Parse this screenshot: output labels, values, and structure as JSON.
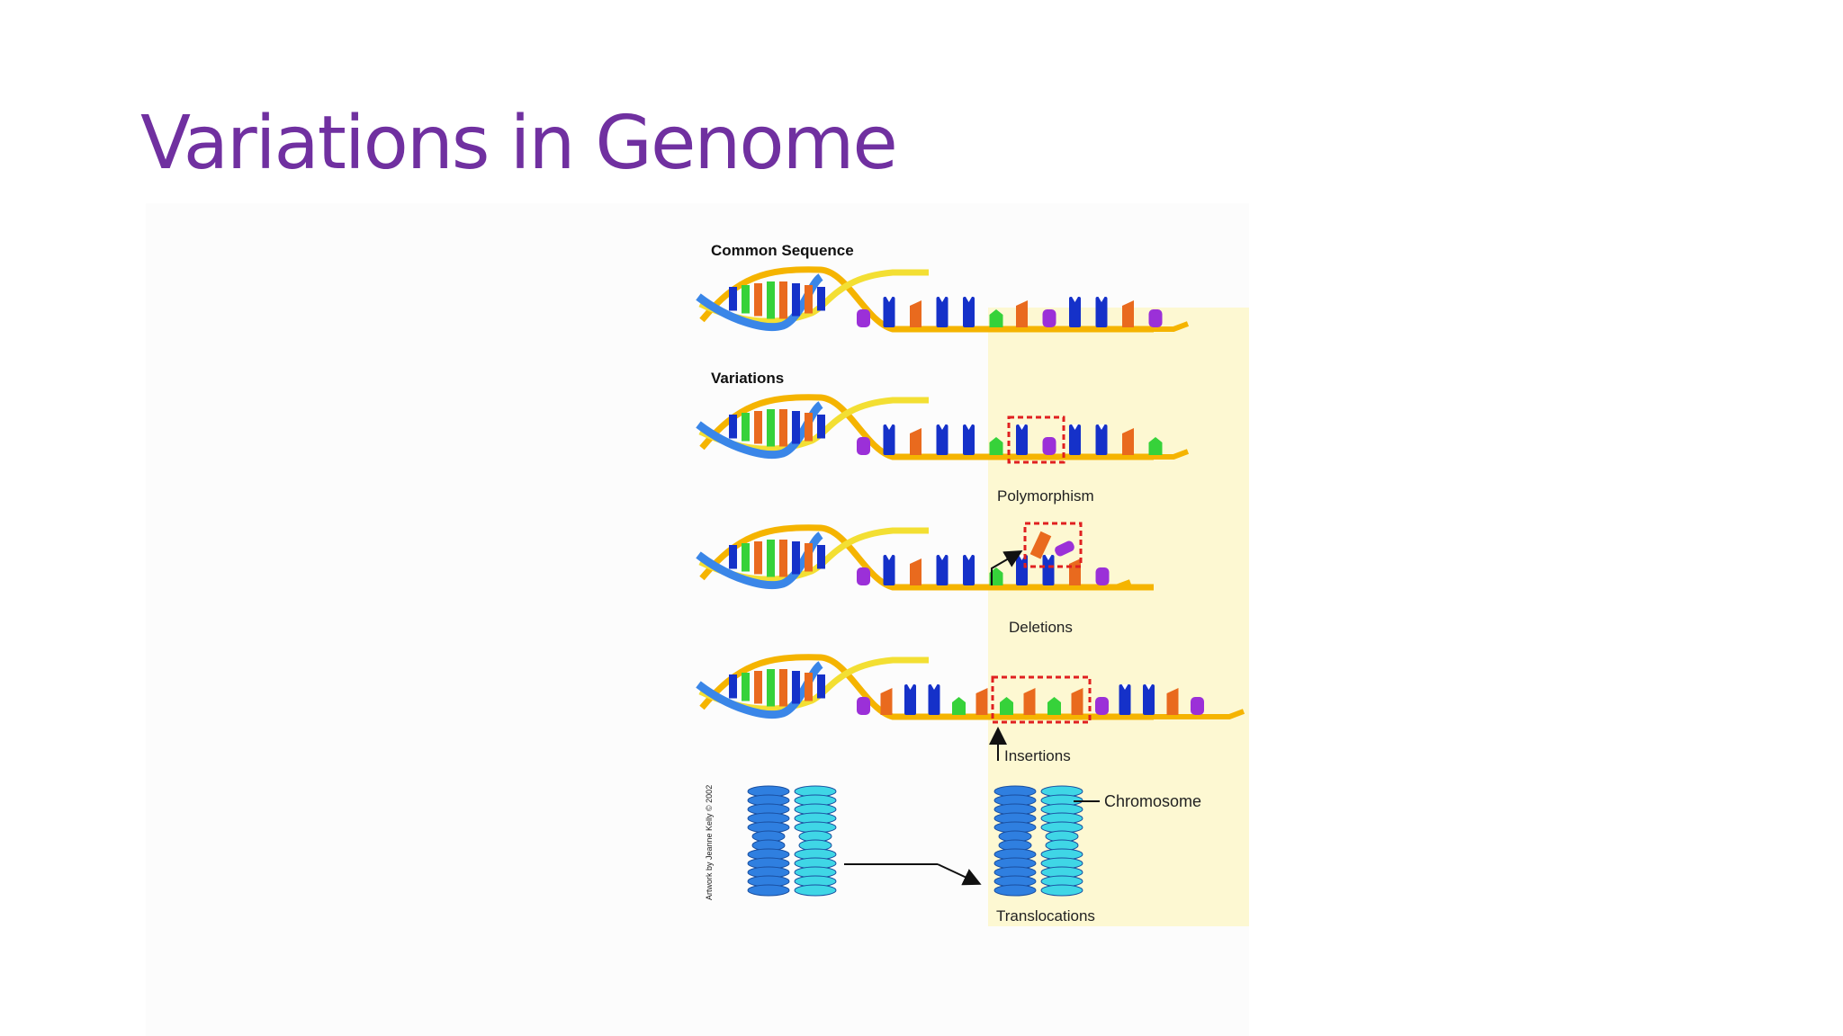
{
  "slide": {
    "title": "Variations in Genome"
  },
  "figure": {
    "headings": {
      "common": "Common Sequence",
      "variations": "Variations"
    },
    "labels": {
      "polymorphism": "Polymorphism",
      "deletions": "Deletions",
      "insertions": "Insertions",
      "chromosome": "Chromosome",
      "translocations": "Translocations"
    },
    "credit": "Artwork by Jeanne Kelly © 2002",
    "colors": {
      "title": "#7030a0",
      "highlight_panel": "#fdf8d2",
      "backbone": "#f5b400",
      "helix_strand_a": "#3a86e8",
      "helix_strand_b": "#f3df33",
      "base_blue": "#1531c9",
      "base_orange": "#e96a1e",
      "base_green": "#36d23a",
      "base_purple": "#9b30d8",
      "dashed_box": "#e02020",
      "chromosome_dark": "#2f7fe0",
      "chromosome_light": "#3fd6e6"
    },
    "strands": {
      "common": [
        "P",
        "B",
        "O",
        "B",
        "B",
        "G",
        "O",
        "P",
        "B",
        "B",
        "O",
        "P"
      ],
      "polymorphism": [
        "P",
        "B",
        "O",
        "B",
        "B",
        "G",
        "B",
        "P",
        "B",
        "B",
        "O",
        "G"
      ],
      "deletions": [
        "P",
        "B",
        "O",
        "B",
        "B",
        "G",
        "B",
        "B",
        "O",
        "P"
      ],
      "insertions": [
        "P",
        "O",
        "B",
        "B",
        "G",
        "O",
        "G",
        "O",
        "G",
        "O",
        "P",
        "B",
        "B",
        "O",
        "P"
      ]
    },
    "deleted_bases": [
      "O",
      "P"
    ]
  }
}
